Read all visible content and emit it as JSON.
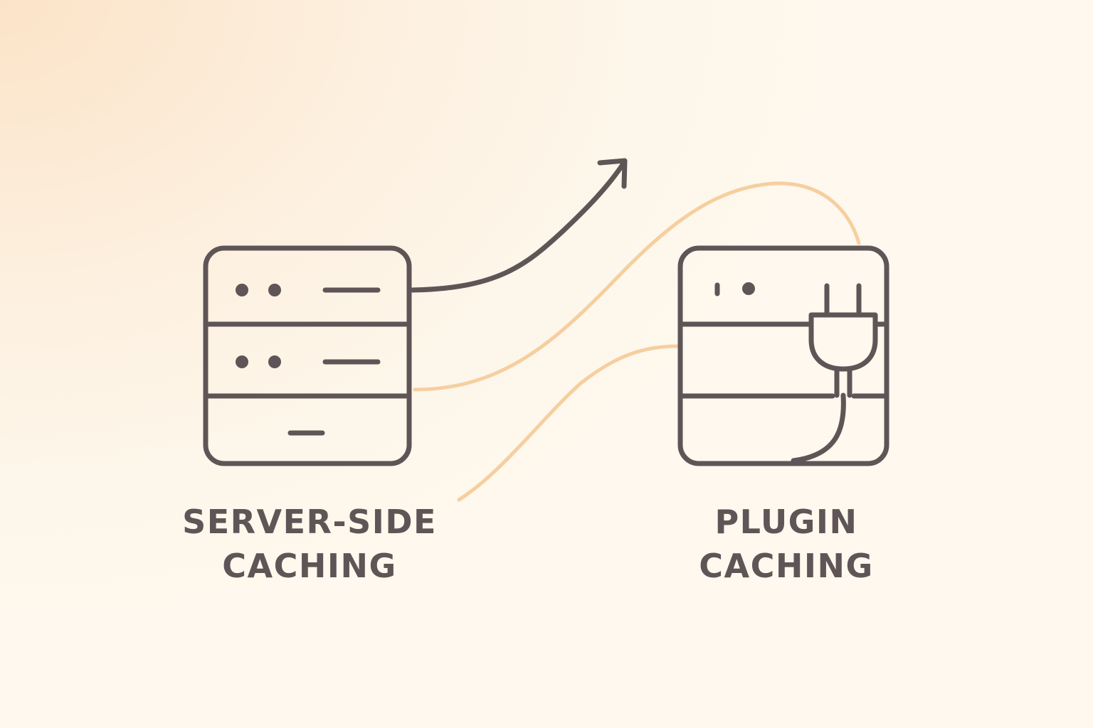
{
  "colors": {
    "stroke": "#5f5557",
    "accent_curve": "#f6cf9f",
    "background": "#fdf3e4"
  },
  "icons": {
    "left": "server-rack-icon",
    "right": "server-plug-icon",
    "connector": "trend-arrow-icon"
  },
  "labels": {
    "server_side": {
      "line1": "SERVER-SIDE",
      "line2": "CACHING"
    },
    "plugin": {
      "line1": "PLUGIN",
      "line2": "CACHING"
    }
  }
}
